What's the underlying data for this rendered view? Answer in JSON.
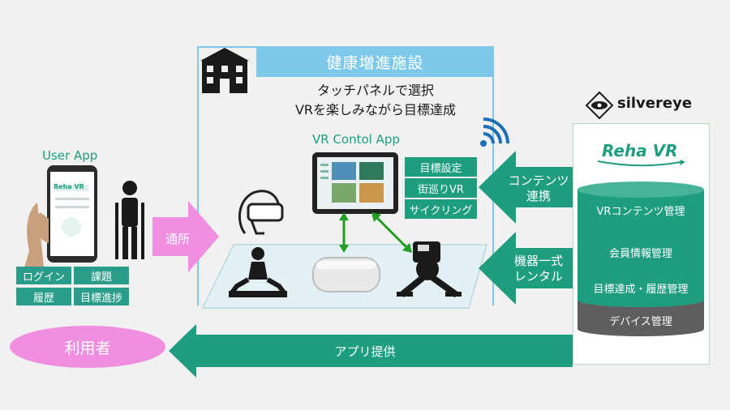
{
  "facility": {
    "title": "健康増進施設",
    "line1": "タッチパネルで選択",
    "line2": "VRを楽しみながら目標達成"
  },
  "vr_app": {
    "title": "VR Contol App",
    "options": [
      "目標設定",
      "街巡りVR",
      "サイクリング"
    ]
  },
  "user_app": {
    "title": "User App",
    "brand": "Reha VR",
    "buttons": [
      "ログイン",
      "課題",
      "履歴",
      "目標進捗"
    ]
  },
  "arrows": {
    "commute": "通所",
    "content_link_1": "コンテンツ",
    "content_link_2": "連携",
    "rental_1": "機器一式",
    "rental_2": "レンタル",
    "app_provide": "アプリ提供"
  },
  "user_label": "利用者",
  "vendor": {
    "logo": "silvereye",
    "product": "Reha VR",
    "layers": [
      "VRコンテンツ管理",
      "会員情報管理",
      "目標達成・履歴管理",
      "デバイス管理"
    ]
  },
  "colors": {
    "teal": "#1f9e7f",
    "sky": "#7ec9ea",
    "pink": "#f08ee0"
  }
}
